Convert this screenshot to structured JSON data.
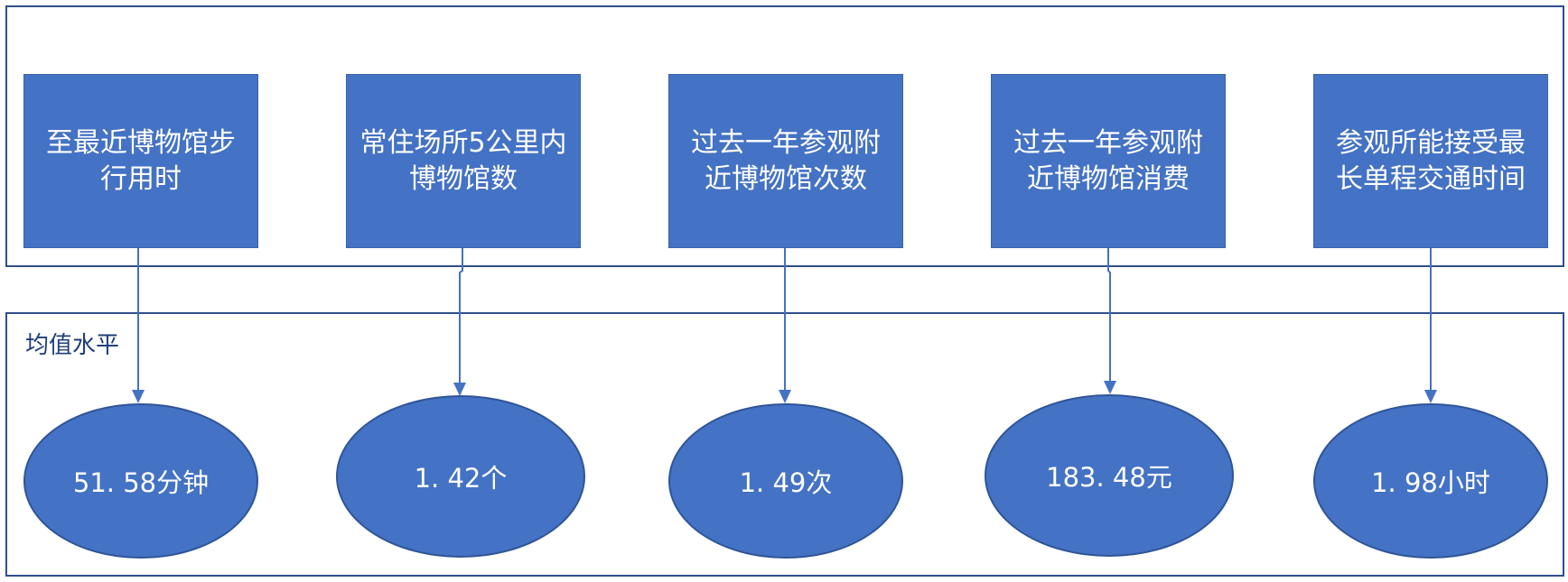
{
  "bottom_panel": {
    "title": "均值水平"
  },
  "indicators": [
    {
      "label": "至最近博物馆步行用时",
      "value": "51. 58分钟"
    },
    {
      "label": "常住场所5公里内博物馆数",
      "value": "1. 42个"
    },
    {
      "label": "过去一年参观附近博物馆次数",
      "value": "1. 49次"
    },
    {
      "label": "过去一年参观附近博物馆消费",
      "value": "183. 48元"
    },
    {
      "label": "参观所能接受最长单程交通时间",
      "value": "1. 98小时"
    }
  ],
  "colors": {
    "shape_fill": "#4472c4",
    "panel_border": "#2f4f8a",
    "text_on_shape": "#ffffff"
  }
}
